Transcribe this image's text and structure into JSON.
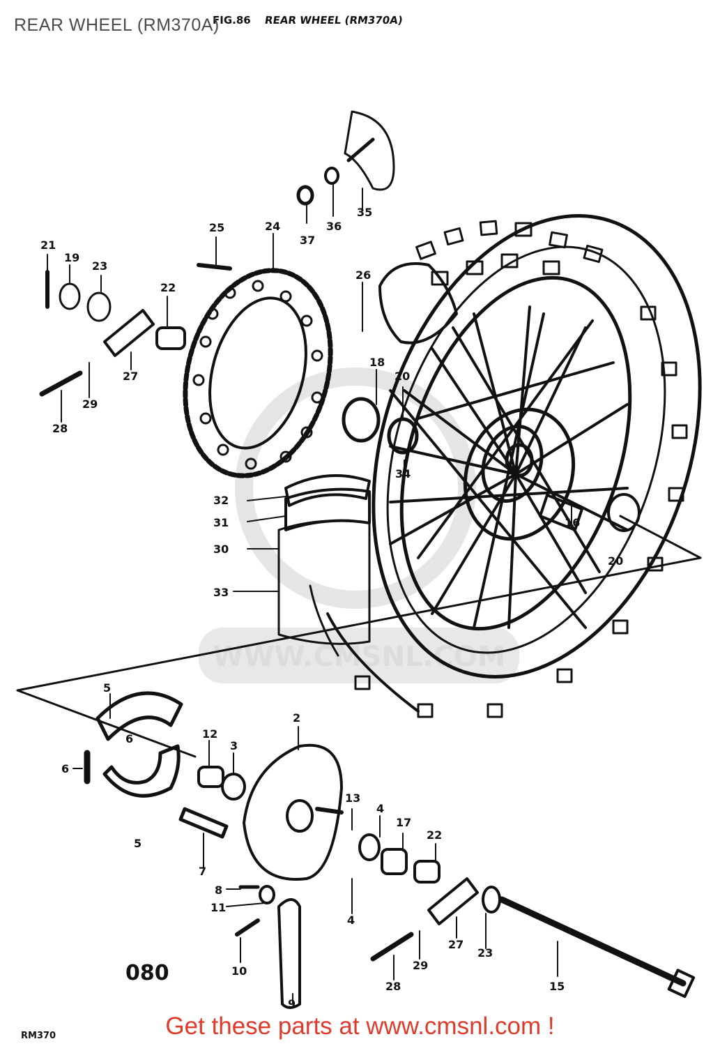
{
  "overlay_title": "REAR WHEEL (RM370A)",
  "figure_title": "REAR WHEEL (RM370A)",
  "figure_number": "FIG.86",
  "drawing_code": "080",
  "model_code": "RM370",
  "watermark_text": "WWW.CMSNL.COM",
  "footer_banner": "Get these parts at www.cmsnl.com !",
  "colors": {
    "banner": "#e03a2a",
    "line": "#111111",
    "watermark": "#d9d9d9"
  },
  "callouts": [
    {
      "id": "c21",
      "text": "21"
    },
    {
      "id": "c19",
      "text": "19"
    },
    {
      "id": "c23a",
      "text": "23"
    },
    {
      "id": "c22a",
      "text": "22"
    },
    {
      "id": "c25",
      "text": "25"
    },
    {
      "id": "c24",
      "text": "24"
    },
    {
      "id": "c37",
      "text": "37"
    },
    {
      "id": "c36",
      "text": "36"
    },
    {
      "id": "c35",
      "text": "35"
    },
    {
      "id": "c26",
      "text": "26"
    },
    {
      "id": "c27a",
      "text": "27"
    },
    {
      "id": "c29a",
      "text": "29"
    },
    {
      "id": "c28a",
      "text": "28"
    },
    {
      "id": "c18",
      "text": "18"
    },
    {
      "id": "c20a",
      "text": "20"
    },
    {
      "id": "c34",
      "text": "34"
    },
    {
      "id": "c32",
      "text": "32"
    },
    {
      "id": "c31",
      "text": "31"
    },
    {
      "id": "c30",
      "text": "30"
    },
    {
      "id": "c33",
      "text": "33"
    },
    {
      "id": "c16",
      "text": "16"
    },
    {
      "id": "c20b",
      "text": "20"
    },
    {
      "id": "c5a",
      "text": "5"
    },
    {
      "id": "c6a",
      "text": "6"
    },
    {
      "id": "c6b",
      "text": "6"
    },
    {
      "id": "c5b",
      "text": "5"
    },
    {
      "id": "c12",
      "text": "12"
    },
    {
      "id": "c3",
      "text": "3"
    },
    {
      "id": "c2",
      "text": "2"
    },
    {
      "id": "c7",
      "text": "7"
    },
    {
      "id": "c13",
      "text": "13"
    },
    {
      "id": "c4a",
      "text": "4"
    },
    {
      "id": "c17",
      "text": "17"
    },
    {
      "id": "c22b",
      "text": "22"
    },
    {
      "id": "c8",
      "text": "8"
    },
    {
      "id": "c11",
      "text": "11"
    },
    {
      "id": "c4b",
      "text": "4"
    },
    {
      "id": "c10",
      "text": "10"
    },
    {
      "id": "c9",
      "text": "9"
    },
    {
      "id": "c28b",
      "text": "28"
    },
    {
      "id": "c29b",
      "text": "29"
    },
    {
      "id": "c27b",
      "text": "27"
    },
    {
      "id": "c23b",
      "text": "23"
    },
    {
      "id": "c15",
      "text": "15"
    }
  ]
}
